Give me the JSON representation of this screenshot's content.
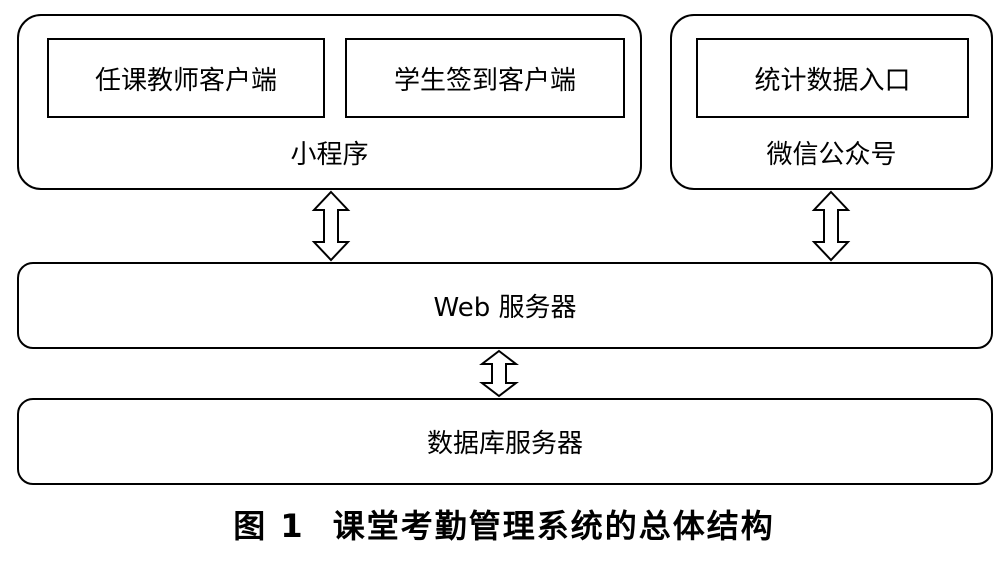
{
  "mini_program": {
    "label": "小程序",
    "teacher_client": "任课教师客户端",
    "student_client": "学生签到客户端"
  },
  "wechat_official": {
    "label": "微信公众号",
    "stats_entry": "统计数据入口"
  },
  "web_server": {
    "label": "Web 服务器"
  },
  "db_server": {
    "label": "数据库服务器"
  },
  "caption": {
    "number": "图 1",
    "title": "课堂考勤管理系统的总体结构"
  }
}
